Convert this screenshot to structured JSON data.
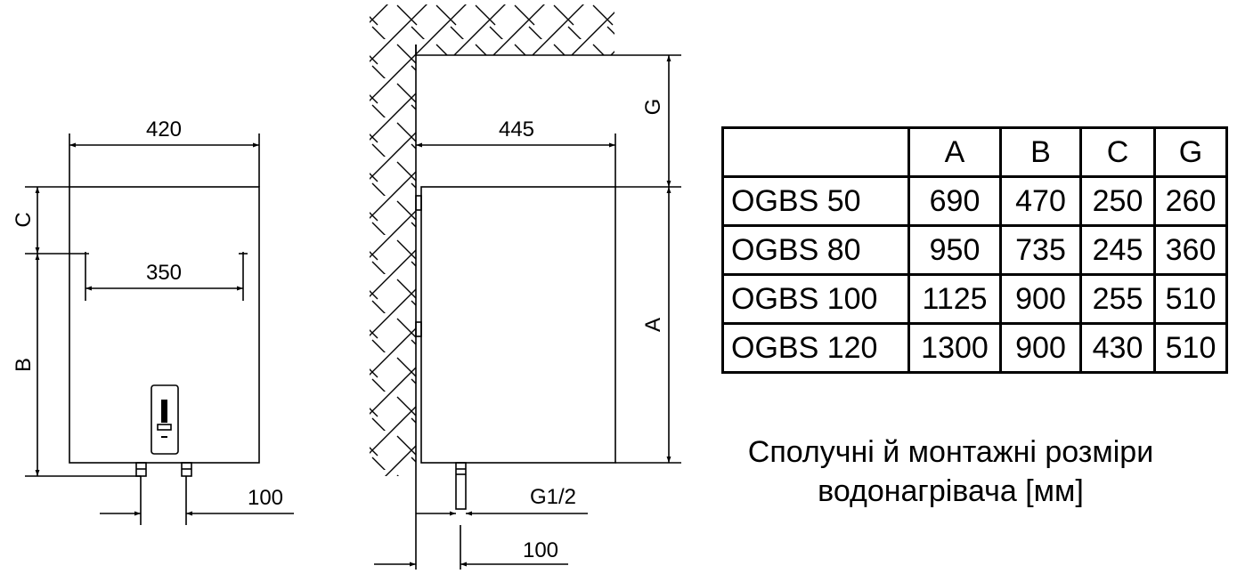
{
  "front_view": {
    "width_label": "420",
    "mount_spacing_label": "350",
    "pipe_spacing_label": "100",
    "dim_C_label": "C",
    "dim_B_label": "B"
  },
  "side_view": {
    "depth_label": "445",
    "dim_G_label": "G",
    "dim_A_label": "A",
    "thread_label": "G1/2",
    "wall_offset_label": "100"
  },
  "table": {
    "headers": [
      "",
      "A",
      "B",
      "C",
      "G"
    ],
    "rows": [
      {
        "model": "OGBS 50",
        "A": "690",
        "B": "470",
        "C": "250",
        "G": "260"
      },
      {
        "model": "OGBS 80",
        "A": "950",
        "B": "735",
        "C": "245",
        "G": "360"
      },
      {
        "model": "OGBS 100",
        "A": "1125",
        "B": "900",
        "C": "255",
        "G": "510"
      },
      {
        "model": "OGBS 120",
        "A": "1300",
        "B": "900",
        "C": "430",
        "G": "510"
      }
    ]
  },
  "caption": {
    "line1": "Сполучні й монтажні розміри",
    "line2": "водонагрівача [мм]"
  }
}
